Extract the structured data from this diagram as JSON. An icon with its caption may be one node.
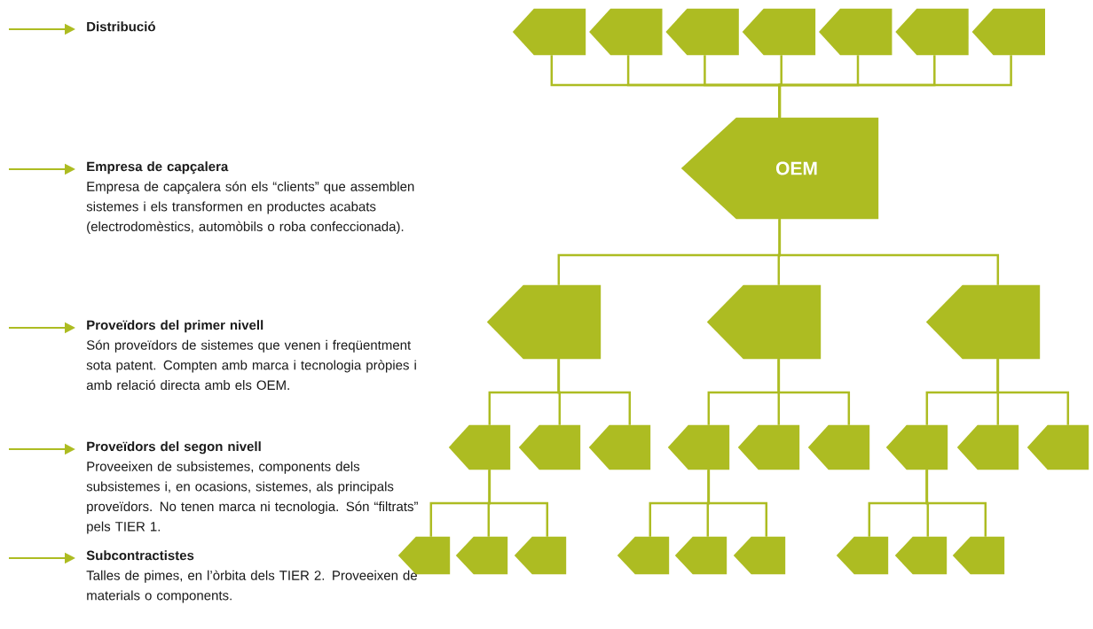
{
  "diagram": {
    "nodes": [
      {
        "text": [
          "Distribució"
        ]
      },
      {
        "text": [
          "Empresa de capçalera",
          "Empresa de capçalera són els “clients” que assemblen sistemes i els transformen en productes acabats (electrodomèstics, automòbils o roba confeccionada)."
        ]
      },
      {
        "text": [
          "Proveïdors del primer nivell",
          "Són proveïdors de sistemes que venen i freqüentment sota patent. Compten amb marca i tecnologia pròpies i amb relació directa amb els OEM."
        ]
      },
      {
        "text": [
          "Proveïdors del segon nivell",
          "Proveeixen de subsistemes, components dels subsistemes i, en ocasions, sistemes, als principals proveïdors. No tenen marca ni tecnologia. Són “filtrats” pels TIER 1."
        ]
      },
      {
        "text": [
          "Subcontractistes",
          "Talles de pimes, en l’òrbita dels TIER 2. Proveeixen de materials o components."
        ]
      },
      {
        "text": [],
        "shape": "pentagon"
      },
      {
        "text": [],
        "shape": "pentagon"
      },
      {
        "text": [],
        "shape": "pentagon"
      },
      {
        "text": [],
        "shape": "pentagon"
      },
      {
        "text": [],
        "shape": "pentagon"
      },
      {
        "text": [],
        "shape": "pentagon"
      },
      {
        "text": [],
        "shape": "pentagon"
      },
      {
        "text": [
          "OEM"
        ]
      },
      {
        "text": [],
        "shape": "pentagon"
      },
      {
        "text": [],
        "shape": "pentagon"
      },
      {
        "text": [],
        "shape": "pentagon"
      },
      {
        "text": [],
        "shape": "pentagon"
      },
      {
        "text": [],
        "shape": "pentagon"
      },
      {
        "text": [],
        "shape": "pentagon"
      },
      {
        "text": [],
        "shape": "pentagon"
      },
      {
        "text": [],
        "shape": "pentagon"
      },
      {
        "text": [],
        "shape": "pentagon"
      },
      {
        "text": [],
        "shape": "pentagon"
      },
      {
        "text": [],
        "shape": "pentagon"
      },
      {
        "text": [],
        "shape": "pentagon"
      },
      {
        "text": [],
        "shape": "pentagon"
      },
      {
        "text": [],
        "shape": "pentagon"
      },
      {
        "text": [],
        "shape": "pentagon"
      },
      {
        "text": [],
        "shape": "pentagon"
      },
      {
        "text": [],
        "shape": "pentagon"
      },
      {
        "text": [],
        "shape": "pentagon"
      },
      {
        "text": [],
        "shape": "pentagon"
      },
      {
        "text": [],
        "shape": "pentagon"
      },
      {
        "text": [],
        "shape": "pentagon"
      }
    ],
    "edges": [
      {
        "from": null,
        "to": 0,
        "arrow": "to"
      },
      {
        "from": null,
        "to": 1,
        "arrow": "to"
      },
      {
        "from": null,
        "to": 2,
        "arrow": "to"
      },
      {
        "from": null,
        "to": 3,
        "arrow": "to"
      },
      {
        "from": null,
        "to": 4,
        "arrow": "to"
      },
      {
        "from": 12,
        "to": 5,
        "arrow": "none"
      },
      {
        "from": 12,
        "to": 6,
        "arrow": "none"
      },
      {
        "from": 12,
        "to": 7,
        "arrow": "none"
      },
      {
        "from": 12,
        "to": 8,
        "arrow": "none"
      },
      {
        "from": 12,
        "to": 9,
        "arrow": "none"
      },
      {
        "from": 12,
        "to": 10,
        "arrow": "none"
      },
      {
        "from": 12,
        "to": 11,
        "arrow": "none"
      },
      {
        "from": 12,
        "to": 13,
        "arrow": "none"
      },
      {
        "from": 12,
        "to": 14,
        "arrow": "none"
      },
      {
        "from": 12,
        "to": 15,
        "arrow": "none"
      },
      {
        "from": 13,
        "to": 16,
        "arrow": "none"
      },
      {
        "from": 13,
        "to": 17,
        "arrow": "none"
      },
      {
        "from": 13,
        "to": 18,
        "arrow": "none"
      },
      {
        "from": 14,
        "to": 19,
        "arrow": "none"
      },
      {
        "from": 14,
        "to": 20,
        "arrow": "none"
      },
      {
        "from": 14,
        "to": 21,
        "arrow": "none"
      },
      {
        "from": 15,
        "to": 22,
        "arrow": "none"
      },
      {
        "from": 15,
        "to": 23,
        "arrow": "none"
      },
      {
        "from": 15,
        "to": 24,
        "arrow": "none"
      },
      {
        "from": 16,
        "to": 25,
        "arrow": "none"
      },
      {
        "from": 16,
        "to": 26,
        "arrow": "none"
      },
      {
        "from": 16,
        "to": 27,
        "arrow": "none"
      },
      {
        "from": 19,
        "to": 28,
        "arrow": "none"
      },
      {
        "from": 19,
        "to": 29,
        "arrow": "none"
      },
      {
        "from": 19,
        "to": 30,
        "arrow": "none"
      },
      {
        "from": 22,
        "to": 31,
        "arrow": "none"
      },
      {
        "from": 22,
        "to": 32,
        "arrow": "none"
      },
      {
        "from": 22,
        "to": 33,
        "arrow": "none"
      }
    ]
  }
}
